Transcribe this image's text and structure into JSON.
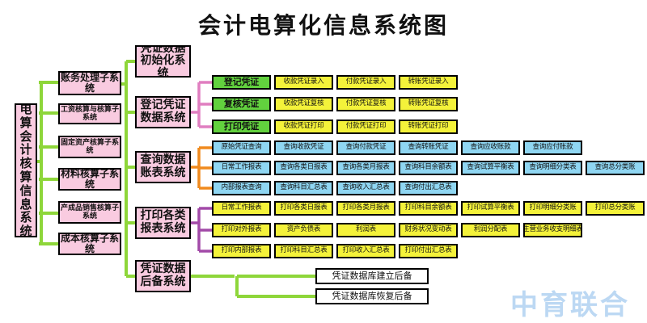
{
  "title": "会计电算化信息系统图",
  "root": "电算会计核算信息系统",
  "subsystems": [
    "账务处理子系统",
    "工资核算与核算子系统",
    "固定资产核算子系统",
    "材料核算子系统",
    "产成品销售核算子系统",
    "成本核算子系统"
  ],
  "account_modules": {
    "init": "凭证数据初始化系统",
    "register": "登记凭证数据系统",
    "query": "查询数据账表系统",
    "print": "打印各类报表系统",
    "backup": "凭证数据后备系统"
  },
  "register_rows": [
    [
      "登记凭证",
      "收款凭证录入",
      "付款凭证录入",
      "转账凭证录入"
    ],
    [
      "复核凭证",
      "收款凭证复核",
      "付款凭证复核",
      "转账凭证复核"
    ],
    [
      "打印凭证",
      "收款凭证打印",
      "付款凭证打印",
      "转账凭证打印"
    ]
  ],
  "query_rows": [
    [
      "原始凭证查询",
      "查询收款凭证",
      "查询付款凭证",
      "查询转账凭证",
      "查询应收账款",
      "查询应付账款"
    ],
    [
      "日常工作报表",
      "查询各类日报表",
      "查询各类月报表",
      "查询科目余额表",
      "查询试算平衡表",
      "查询明细分类表",
      "查询总分类账"
    ],
    [
      "内部报表查询",
      "查询科目汇总表",
      "查询收入汇总表",
      "查询付出汇总表"
    ]
  ],
  "print_rows": [
    [
      "日常工作报表",
      "打印各类日报表",
      "打印各类月报表",
      "打印科目余额表",
      "打印试算平衡表",
      "打印明细分类账",
      "打印总分类账"
    ],
    [
      "打印对外报表",
      "资产负债表",
      "利润表",
      "财务状况变动表",
      "利润分配表",
      "主营业务收支明细表"
    ],
    [
      "打印内部报表",
      "打印科目汇总表",
      "打印收入汇总表",
      "打印付出汇总表"
    ]
  ],
  "backup_items": [
    "凭证数据库建立后备",
    "凭证数据库恢复后备"
  ],
  "watermark": "中育联合",
  "colors": {
    "connector_green": "#8ed63a",
    "connector_pink": "#e07ec0",
    "connector_orange": "#f08a1e",
    "connector_purple": "#a24aa8",
    "box_pink": "#f9cbe0",
    "box_green": "#62d13e",
    "box_cyan": "#8fd6f2",
    "box_yellow": "#f4f23a"
  }
}
